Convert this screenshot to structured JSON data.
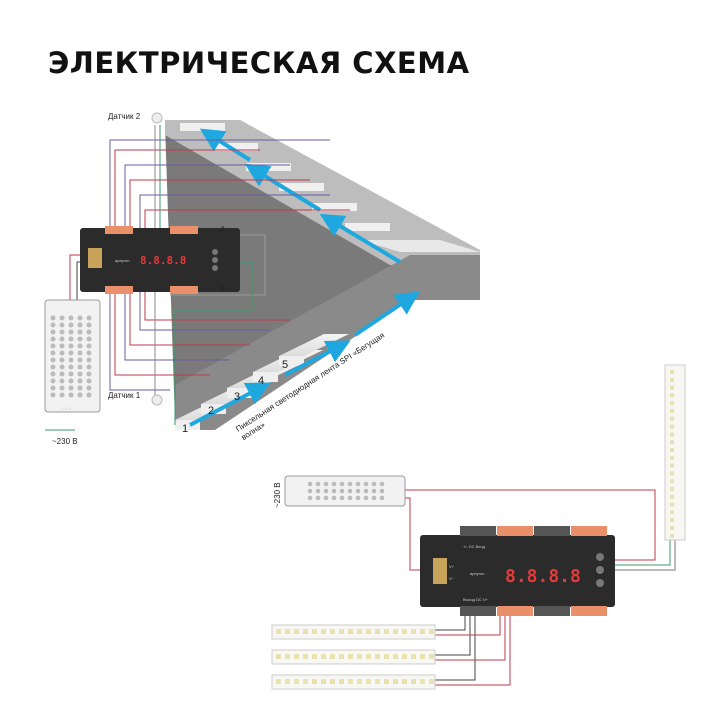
{
  "title": "ЭЛЕКТРИЧЕСКАЯ СХЕМА",
  "staircase": {
    "sensor_top": "Датчик 2",
    "sensor_bottom": "Датчик 1",
    "terminal_a": "A",
    "terminal_b": "B",
    "steps": [
      "1",
      "2",
      "3",
      "4",
      "5"
    ],
    "strip_label_line1": "Пиксельная светодиодная лента SPI «Бегущая",
    "strip_label_line2": "волна»",
    "mains": "~230 В",
    "psu_terminals": "⏚ L N"
  },
  "controller": {
    "brand": "apeyron",
    "display": "8.8.8.8",
    "v_plus": "V+",
    "v_minus": "V−",
    "output_label": "Выход DC V+",
    "input_label": "+/- DC Вход"
  },
  "second_schema": {
    "mains": "~230 В"
  },
  "colors": {
    "strip_arrow": "#1ea8df",
    "controller_body": "#2b2b2b",
    "terminal_orange": "#e98f6a",
    "wire_red": "#c0394a",
    "wire_purple": "#6c5b9e",
    "wire_green": "#3a9a6a"
  }
}
